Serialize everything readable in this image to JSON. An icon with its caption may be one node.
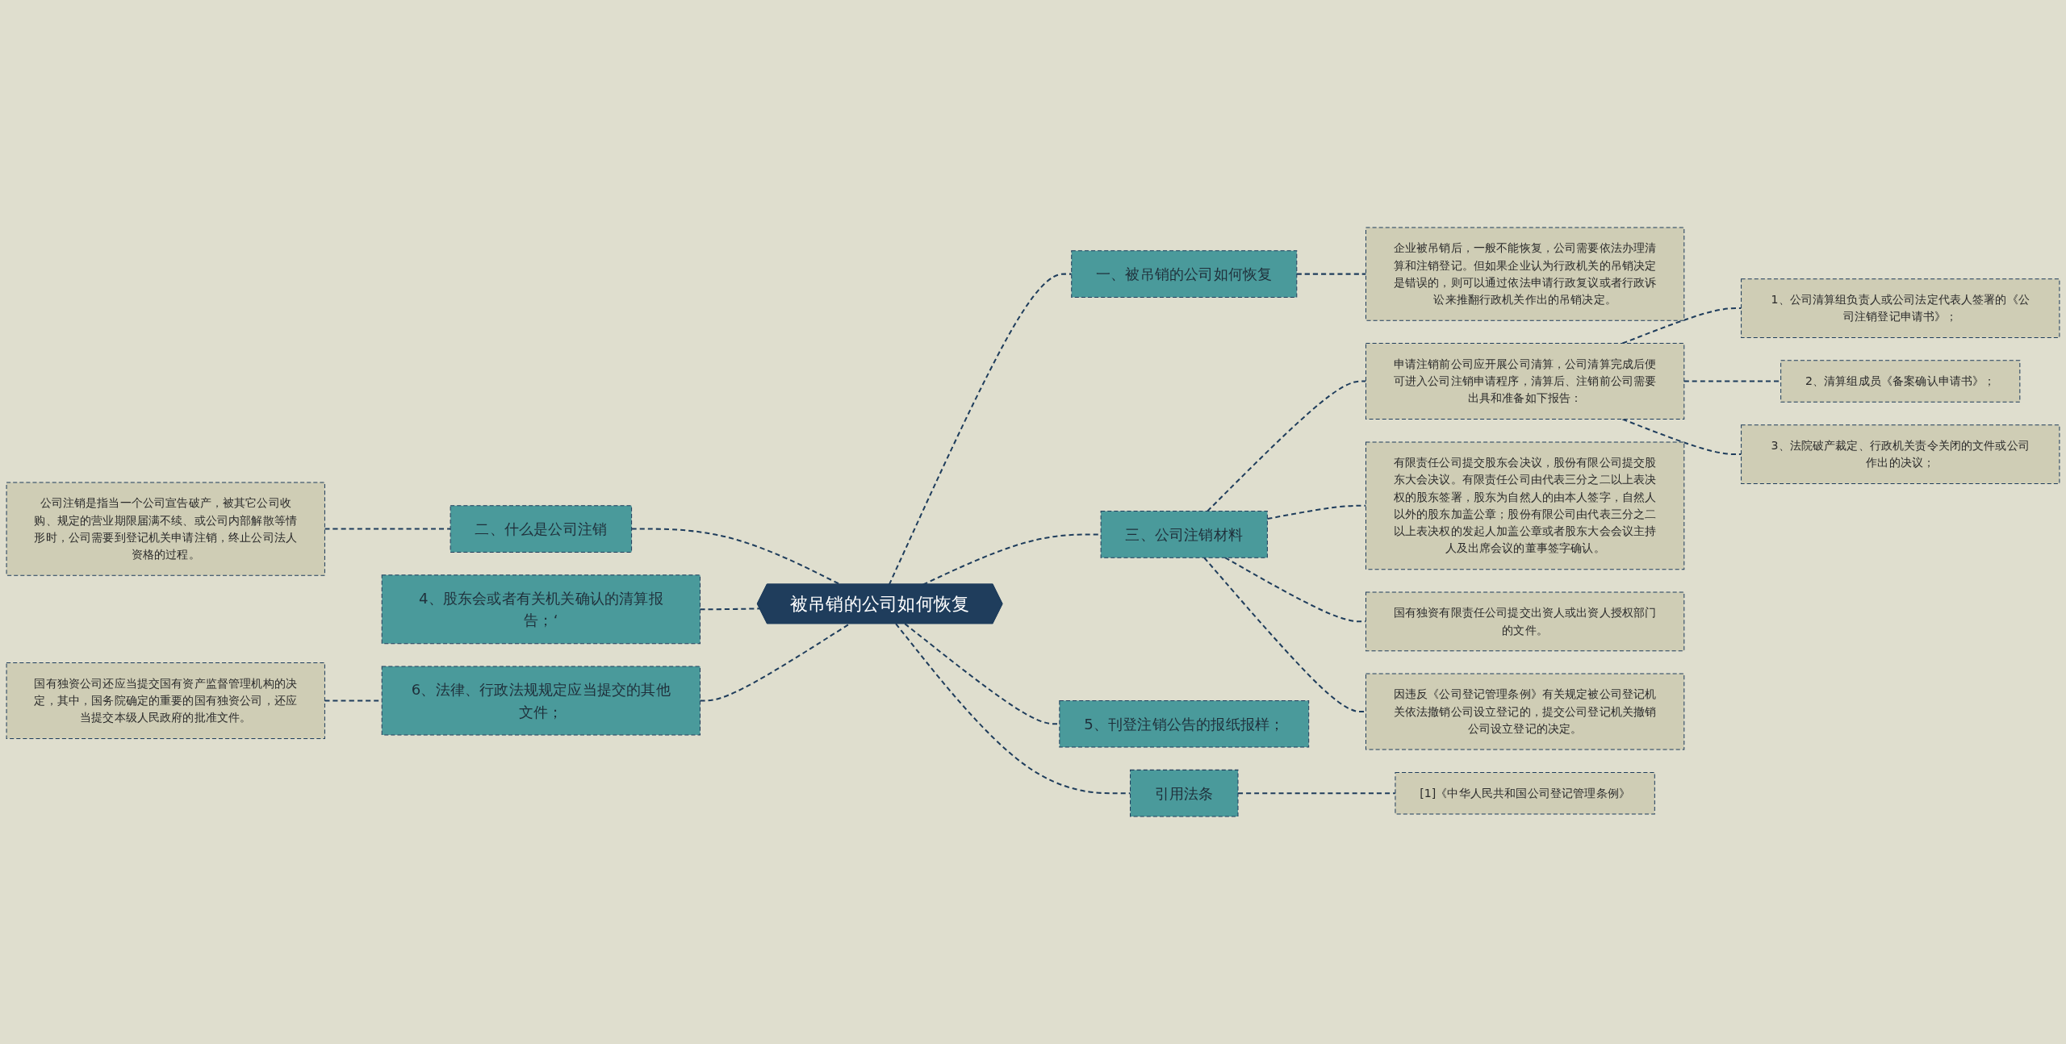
{
  "diagram": {
    "nodes": [
      {
        "text": [
          "被吊销的公司如何恢复"
        ]
      },
      {
        "text": [
          "一、被吊销的公司如何恢复"
        ]
      },
      {
        "text": [
          "企业被吊销后，一般不能恢复，公司需要依法办理清算和注销登记。但如果企业认为行政机关的吊销决定是错误的，则可以通过依法申请行政复议或者行政诉讼来推翻行政机关作出的吊销决定。"
        ]
      },
      {
        "text": [
          "二、什么是公司注销"
        ]
      },
      {
        "text": [
          "公司注销是指当一个公司宣告破产，被其它公司收购、规定的营业期限届满不续、或公司内部解散等情形时，公司需要到登记机关申请注销，终止公司法人资格的过程。"
        ]
      },
      {
        "text": [
          "4、股东会或者有关机关确认的清算报告；‘"
        ]
      },
      {
        "text": [
          "三、公司注销材料"
        ]
      },
      {
        "text": [
          "申请注销前公司应开展公司清算，公司清算完成后便可进入公司注销申请程序，清算后、注销前公司需要出具和准备如下报告："
        ]
      },
      {
        "text": [
          "1、公司清算组负责人或公司法定代表人签署的《公司注销登记申请书》；"
        ]
      },
      {
        "text": [
          "2、清算组成员《备案确认申请书》；"
        ]
      },
      {
        "text": [
          "3、法院破产裁定、行政机关责令关闭的文件或公司作出的决议；"
        ]
      },
      {
        "text": [
          "有限责任公司提交股东会决议，股份有限公司提交股东大会决议。有限责任公司由代表三分之二以上表决权的股东签署，股东为自然人的由本人签字，自然人以外的股东加盖公章；股份有限公司由代表三分之二以上表决权的发起人加盖公章或者股东大会会议主持人及出席会议的董事签字确认。"
        ]
      },
      {
        "text": [
          "国有独资有限责任公司提交出资人或出资人授权部门的文件。"
        ]
      },
      {
        "text": [
          "因违反《公司登记管理条例》有关规定被公司登记机关依法撤销公司设立登记的，提交公司登记机关撤销公司设立登记的决定。"
        ]
      },
      {
        "text": [
          "6、法律、行政法规规定应当提交的其他文件；"
        ]
      },
      {
        "text": [
          "国有独资公司还应当提交国有资产监督管理机构的决定，其中，国务院确定的重要的国有独资公司，还应当提交本级人民政府的批准文件。"
        ]
      },
      {
        "text": [
          "5、刊登注销公告的报纸报样；"
        ]
      },
      {
        "text": [
          "引用法条"
        ]
      },
      {
        "text": [
          "[1]《中华人民共和国公司登记管理条例》"
        ]
      }
    ],
    "edges": [
      {
        "from": 0,
        "to": 1,
        "arrow": "none",
        "style": "dashed"
      },
      {
        "from": 1,
        "to": 2,
        "arrow": "none",
        "style": "dashed"
      },
      {
        "from": 3,
        "to": 0,
        "arrow": "none",
        "style": "dashed"
      },
      {
        "from": 4,
        "to": 3,
        "arrow": "none",
        "style": "dashed"
      },
      {
        "from": 5,
        "to": 0,
        "arrow": "none",
        "style": "dashed"
      },
      {
        "from": 0,
        "to": 6,
        "arrow": "none",
        "style": "dashed"
      },
      {
        "from": 6,
        "to": 7,
        "arrow": "none",
        "style": "dashed"
      },
      {
        "from": 7,
        "to": 8,
        "arrow": "none",
        "style": "dashed"
      },
      {
        "from": 7,
        "to": 9,
        "arrow": "none",
        "style": "dashed"
      },
      {
        "from": 7,
        "to": 10,
        "arrow": "none",
        "style": "dashed"
      },
      {
        "from": 6,
        "to": 11,
        "arrow": "none",
        "style": "dashed"
      },
      {
        "from": 6,
        "to": 12,
        "arrow": "none",
        "style": "dashed"
      },
      {
        "from": 6,
        "to": 13,
        "arrow": "none",
        "style": "dashed"
      },
      {
        "from": 14,
        "to": 0,
        "arrow": "none",
        "style": "dashed"
      },
      {
        "from": 15,
        "to": 14,
        "arrow": "none",
        "style": "dashed"
      },
      {
        "from": 0,
        "to": 16,
        "arrow": "none",
        "style": "dashed"
      },
      {
        "from": 0,
        "to": 17,
        "arrow": "none",
        "style": "dashed"
      },
      {
        "from": 17,
        "to": 18,
        "arrow": "none",
        "style": "dashed"
      }
    ]
  }
}
